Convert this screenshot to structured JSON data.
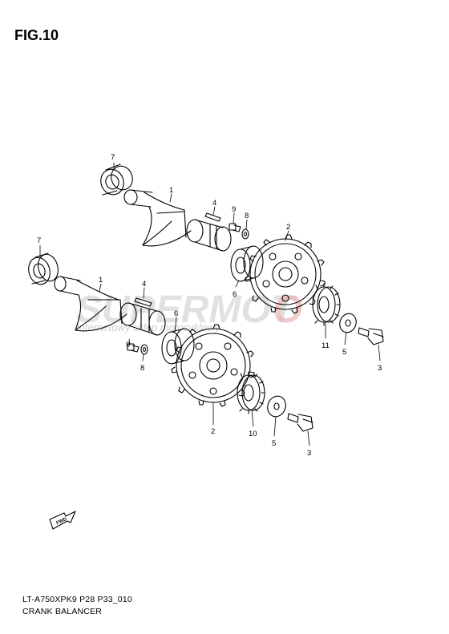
{
  "figure": {
    "title": "FIG.10",
    "code": "LT-A750XPK9 P28 P33_010",
    "name": "CRANK BALANCER"
  },
  "watermark": {
    "brand_left": "SUPERMOT",
    "brand_right": "O",
    "tagline": "Internetowy sklep motocyklowy"
  },
  "direction_marker": "FWD",
  "callouts": {
    "upper": {
      "c7": "7",
      "c1": "1",
      "c4": "4",
      "c9": "9",
      "c8": "8",
      "c2": "2",
      "c6": "6",
      "c11": "11",
      "c5": "5",
      "c3": "3"
    },
    "lower": {
      "c7": "7",
      "c1": "1",
      "c4": "4",
      "c9": "9",
      "c8": "8",
      "c6": "6",
      "c2": "2",
      "c10": "10",
      "c5": "5",
      "c3": "3"
    }
  },
  "colors": {
    "line": "#000000",
    "watermark_red": "#d04040"
  }
}
